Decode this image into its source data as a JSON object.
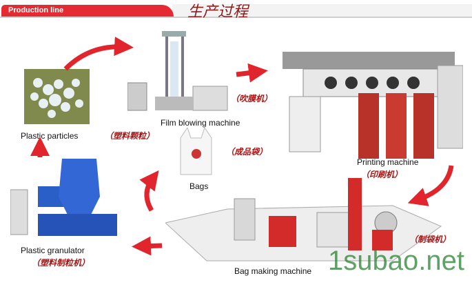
{
  "header": {
    "tab_label": "Production line",
    "title_cn": "生产过程"
  },
  "steps": [
    {
      "label": "Plastic particles",
      "label_cn": "（塑料颗粒）"
    },
    {
      "label": "Film blowing machine",
      "label_cn": "（吹膜机）"
    },
    {
      "label": "Printing machine",
      "label_cn": "（印刷机）"
    },
    {
      "label": "Bag making machine",
      "label_cn": "（制袋机）"
    },
    {
      "label": "Bags",
      "label_cn": "（成品袋）"
    },
    {
      "label": "Plastic granulator",
      "label_cn": "（塑料制粒机）"
    }
  ],
  "watermark": "1subao.net",
  "colors": {
    "accent": "#e52b32",
    "arrow": "#e0262c",
    "title": "#8a1c1c"
  }
}
